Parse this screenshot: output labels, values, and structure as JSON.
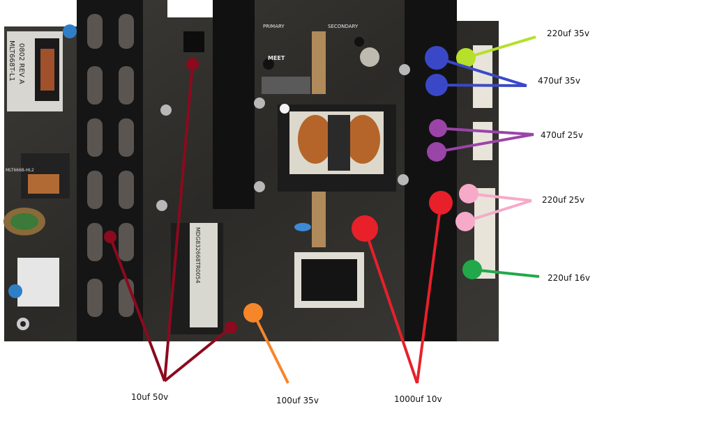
{
  "board": {
    "silkscreen": [
      "PRIMARY",
      "SECONDARY",
      "MEET",
      "MLT668T-L1",
      "0802 REV A",
      "MLT666B-HL2",
      "MDG832668TR0054"
    ]
  },
  "annotations": [
    {
      "id": "c10uf50v",
      "label": "10uf 50v",
      "color": "#8b0a1e"
    },
    {
      "id": "c100uf35v",
      "label": "100uf 35v",
      "color": "#f6862a"
    },
    {
      "id": "c1000uf10v",
      "label": "1000uf 10v",
      "color": "#e8202a"
    },
    {
      "id": "c220uf35v",
      "label": "220uf 35v",
      "color": "#b6e02a"
    },
    {
      "id": "c470uf35v",
      "label": "470uf 35v",
      "color": "#3a48c8"
    },
    {
      "id": "c470uf25v",
      "label": "470uf 25v",
      "color": "#9a44a8"
    },
    {
      "id": "c220uf25v",
      "label": "220uf 25v",
      "color": "#f6aac8"
    },
    {
      "id": "c220uf16v",
      "label": "220uf 16v",
      "color": "#22a84a"
    }
  ]
}
